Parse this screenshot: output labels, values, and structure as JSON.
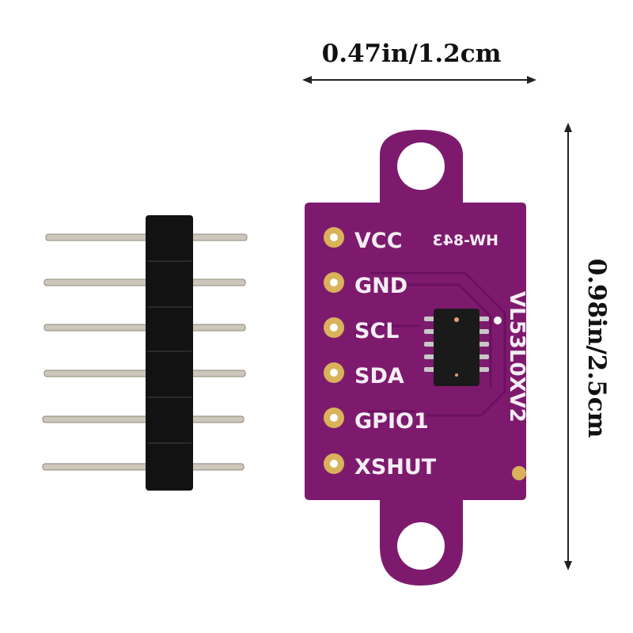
{
  "dimensions": {
    "width_label": "0.47in/1.2cm",
    "height_label": "0.98in/2.5cm"
  },
  "board": {
    "pin_labels": [
      "VCC",
      "GND",
      "SCL",
      "SDA",
      "GPIO1",
      "XSHUT"
    ],
    "model_code": "HW-843",
    "chip_name": "VL53L0XV2"
  },
  "colors": {
    "pcb": "#7e1a6e",
    "pad": "#d9b25a",
    "header": "#111111",
    "pin_metal": "#c9c2b6"
  }
}
